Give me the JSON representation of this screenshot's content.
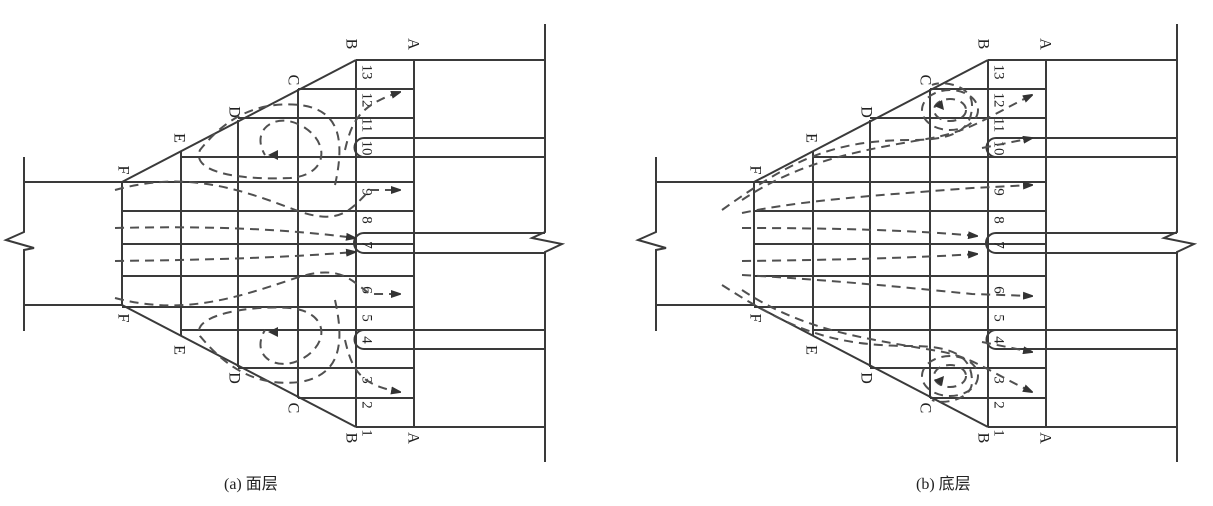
{
  "panels": [
    {
      "id": "a",
      "caption": "(a) 面层",
      "section_labels": [
        "A",
        "B",
        "C",
        "D",
        "E",
        "F"
      ],
      "row_numbers": [
        "1",
        "2",
        "3",
        "4",
        "5",
        "6",
        "7",
        "8",
        "9",
        "10",
        "11",
        "12",
        "13"
      ],
      "flow_pattern": "two-vortices-center"
    },
    {
      "id": "b",
      "caption": "(b) 底层",
      "section_labels": [
        "A",
        "B",
        "C",
        "D",
        "E",
        "F"
      ],
      "row_numbers": [
        "1",
        "2",
        "3",
        "4",
        "5",
        "6",
        "7",
        "8",
        "9",
        "10",
        "11",
        "12",
        "13"
      ],
      "flow_pattern": "two-vortices-corner"
    }
  ],
  "colors": {
    "line": "#3a3a3a",
    "dashed_flow": "#505050"
  }
}
